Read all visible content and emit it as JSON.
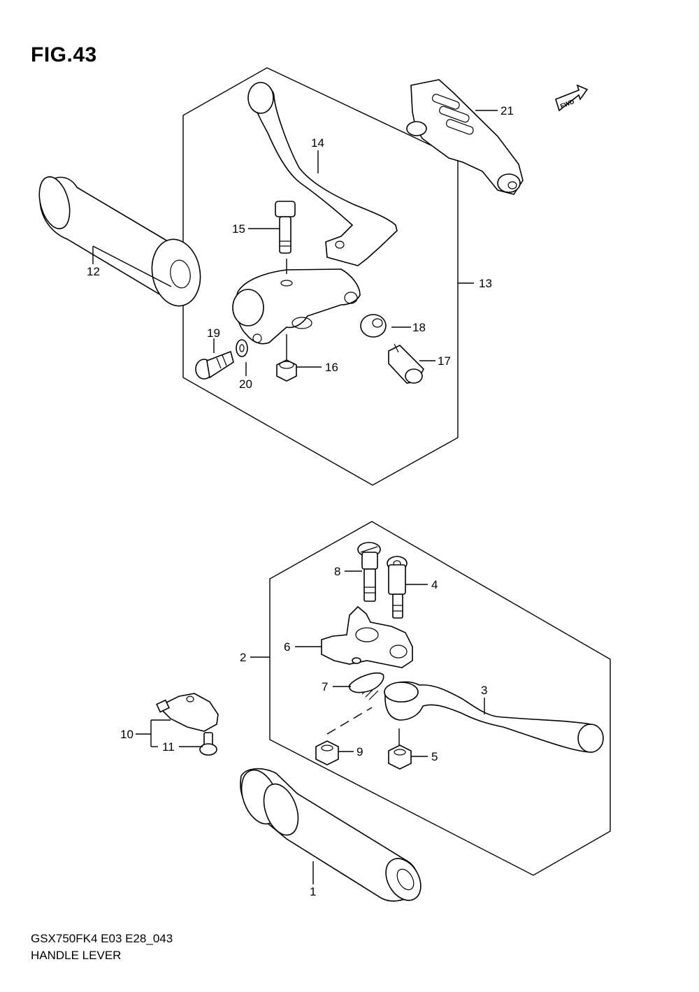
{
  "header": {
    "fig_title": "FIG.43"
  },
  "footer": {
    "model_code": "GSX750FK4 E03 E28_043",
    "part_name": "HANDLE LEVER"
  },
  "fwd_label": "FWD",
  "callouts": [
    "1",
    "2",
    "3",
    "4",
    "5",
    "6",
    "7",
    "8",
    "9",
    "10",
    "11",
    "12",
    "13",
    "14",
    "15",
    "16",
    "17",
    "18",
    "19",
    "20",
    "21"
  ]
}
